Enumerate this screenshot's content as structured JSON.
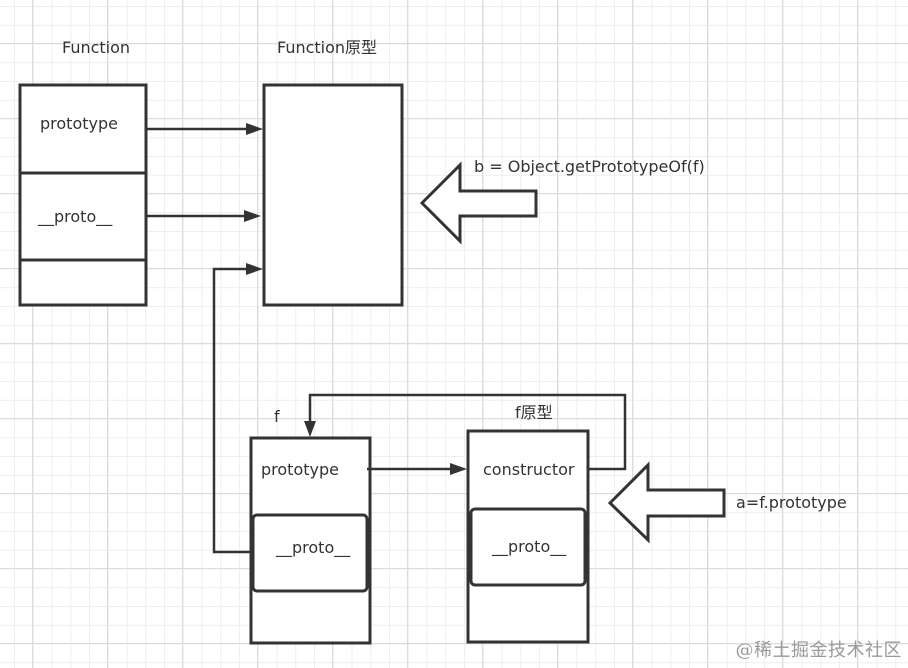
{
  "diagram": {
    "nodes": {
      "function": {
        "title": "Function",
        "rows": [
          "prototype",
          "__proto__",
          ""
        ]
      },
      "function_prototype": {
        "title": "Function原型",
        "rows": []
      },
      "f": {
        "title": "f",
        "rows": [
          "prototype",
          "__proto__",
          ""
        ]
      },
      "f_prototype": {
        "title": "f原型",
        "rows": [
          "constructor",
          "__proto__",
          ""
        ]
      }
    },
    "annotations": {
      "b_expression": "b = Object.getPrototypeOf(f)",
      "a_expression": "a=f.prototype"
    },
    "edges": [
      {
        "from": "function.prototype",
        "to": "function_prototype"
      },
      {
        "from": "function.__proto__",
        "to": "function_prototype"
      },
      {
        "from": "f.__proto__",
        "to": "function_prototype"
      },
      {
        "from": "f.prototype",
        "to": "f_prototype.constructor"
      },
      {
        "from": "f_prototype.constructor",
        "to": "f"
      }
    ],
    "colors": {
      "stroke": "#333333",
      "grid": "#eeeeee",
      "background": "#ffffff",
      "watermark": "#9a9a9a"
    }
  },
  "watermark": "@稀土掘金技术社区"
}
